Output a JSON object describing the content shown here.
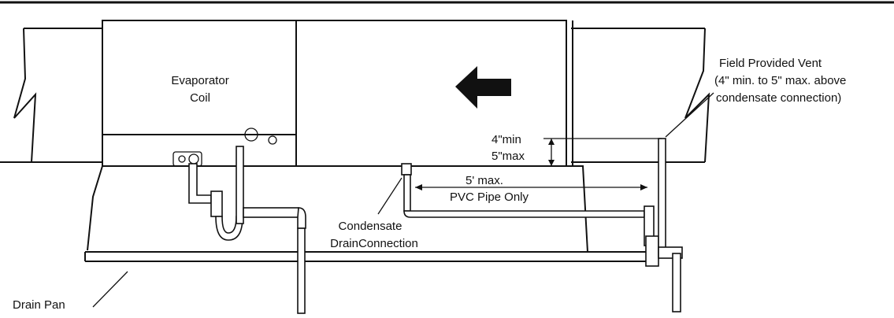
{
  "labels": {
    "evaporator_line1": "Evaporator",
    "evaporator_line2": "Coil",
    "vent_line1": "Field Provided Vent",
    "vent_line2": "(4\" min. to 5\" max. above",
    "vent_line3": "condensate connection)",
    "min_height": "4\"min",
    "max_height": "5\"max",
    "pipe_line1": "5' max.",
    "pipe_line2": "PVC Pipe Only",
    "condensate_line1": "Condensate",
    "condensate_line2": "DrainConnection",
    "drain_pan": "Drain Pan"
  },
  "colors": {
    "line": "#111111",
    "background": "#ffffff"
  },
  "icons": {
    "airflow": "arrow-left-icon"
  }
}
